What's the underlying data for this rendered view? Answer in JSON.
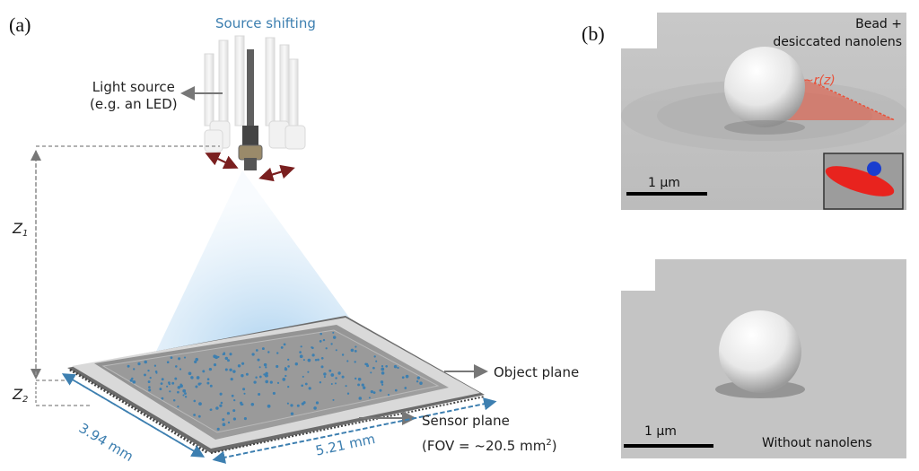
{
  "panels": {
    "a": "(a)",
    "b": "(b)"
  },
  "labels": {
    "source_shifting": "Source shifting",
    "light_source_line1": "Light source",
    "light_source_line2": "(e.g. an LED)",
    "z1": "Z",
    "z1_sub": "1",
    "z2": "Z",
    "z2_sub": "2",
    "object_plane": "Object plane",
    "sensor_plane": "Sensor plane",
    "fov": "(FOV = ~20.5 mm",
    "fov_sup": "2",
    "fov_end": ")",
    "dim_short": "3.94 mm",
    "dim_long": "5.21 mm"
  },
  "sem_top": {
    "title_line1": "Bead +",
    "title_line2": "desiccated nanolens",
    "r_label": "~r(z)",
    "scale": "1 µm"
  },
  "sem_bottom": {
    "title": "Without nanolens",
    "scale": "1 µm"
  },
  "colors": {
    "accent_blue": "#3d7fb0",
    "arrow_dark_red": "#7a1f1f",
    "nanolens_red": "#e8523b"
  }
}
